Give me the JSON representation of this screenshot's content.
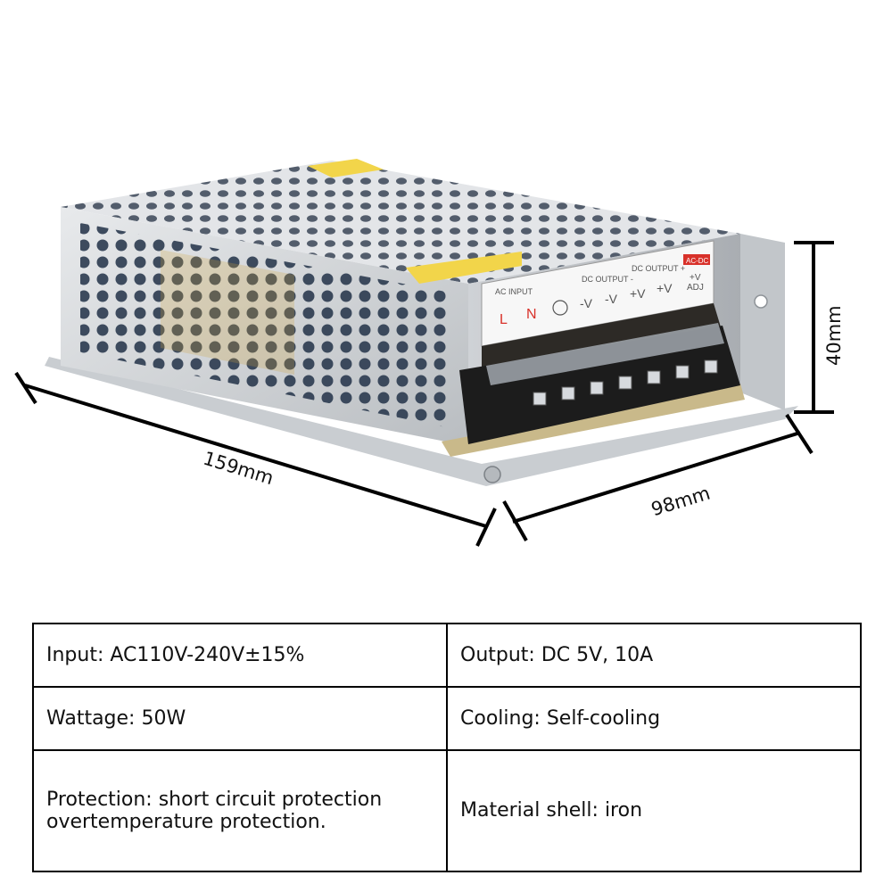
{
  "dimensions": {
    "length": "159mm",
    "width": "98mm",
    "height": "40mm"
  },
  "terminal_labels": {
    "ac_input": "AC INPUT",
    "dc_output_minus": "DC OUTPUT -",
    "dc_output_plus": "DC OUTPUT +",
    "acdc_tag": "AC-DC",
    "terminals": [
      "L",
      "N",
      "-V",
      "-V",
      "+V",
      "+V"
    ],
    "adj_top": "+V",
    "adj_bottom": "ADJ"
  },
  "specs": [
    [
      "Input: AC110V-240V±15%",
      "Output: DC 5V, 10A"
    ],
    [
      "Wattage: 50W",
      "Cooling: Self-cooling"
    ],
    [
      "Protection: short circuit protection overtemperature protection.",
      "Material shell: iron"
    ]
  ],
  "colors": {
    "shell": "#d6d9dc",
    "terminal_block": "#1c1c1c",
    "label_red": "#d8312a",
    "label_yellow": "#f0d23a"
  }
}
